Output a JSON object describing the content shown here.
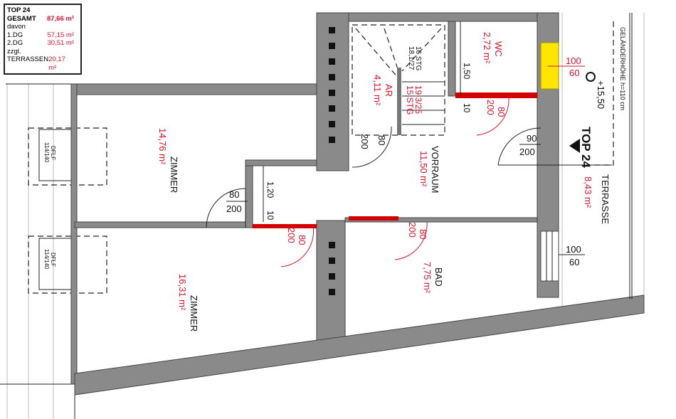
{
  "summary": {
    "title": "TOP 24",
    "rows": [
      {
        "label": "GESAMT",
        "value": "87,66 m²"
      },
      {
        "label": "davon",
        "value": ""
      },
      {
        "label": "1.DG",
        "value": "57,15 m²"
      },
      {
        "label": "2.DG",
        "value": "30,51 m²"
      },
      {
        "label": "zzgl.",
        "value": ""
      },
      {
        "label": "TERRASSEN",
        "value": "20,17 m²"
      }
    ]
  },
  "rooms": {
    "zimmer1": {
      "name": "ZIMMER",
      "area": "14,76 m²"
    },
    "zimmer2": {
      "name": "ZIMMER",
      "area": "16,31 m²"
    },
    "vorraum": {
      "name": "VORRAUM",
      "area": "11,50 m²"
    },
    "bad": {
      "name": "BAD",
      "area": "7,75 m²"
    },
    "wc": {
      "name": "WC",
      "area": "2,72 m²"
    },
    "ar": {
      "name": "AR",
      "area": "4,11 m²"
    },
    "terrasse": {
      "name": "TERRASSE",
      "area": "8,43 m²"
    }
  },
  "stairs": {
    "upper": "16 STG",
    "upper_dim": "18,1/27",
    "lower": "15 STG",
    "lower_dim": "19,3/25"
  },
  "windows": [
    {
      "label": "DFLF",
      "dim": "114/140"
    },
    {
      "label": "DFLF",
      "dim": "114/140"
    }
  ],
  "doors": {
    "zimmer": {
      "w": "80",
      "h": "200"
    },
    "zimmer2": {
      "w": "80",
      "h": "200"
    },
    "bad": {
      "w": "80",
      "h": "200"
    },
    "wc": {
      "w": "80",
      "h": "200"
    },
    "ar": {
      "w": "80",
      "h": "200"
    },
    "entry": {
      "w": "90",
      "h": "200"
    },
    "wc_window": {
      "w": "100",
      "h": "60"
    },
    "terrace_window": {
      "w": "100",
      "h": "60"
    }
  },
  "dims": {
    "wc_height": "1,50",
    "wc_10": "10",
    "hall_120": "1,20",
    "hall_10": "10"
  },
  "annotations": {
    "level": "+15,50",
    "unit": "TOP 24",
    "railing": "GELÄNDERHÖHE h=110 cm"
  }
}
